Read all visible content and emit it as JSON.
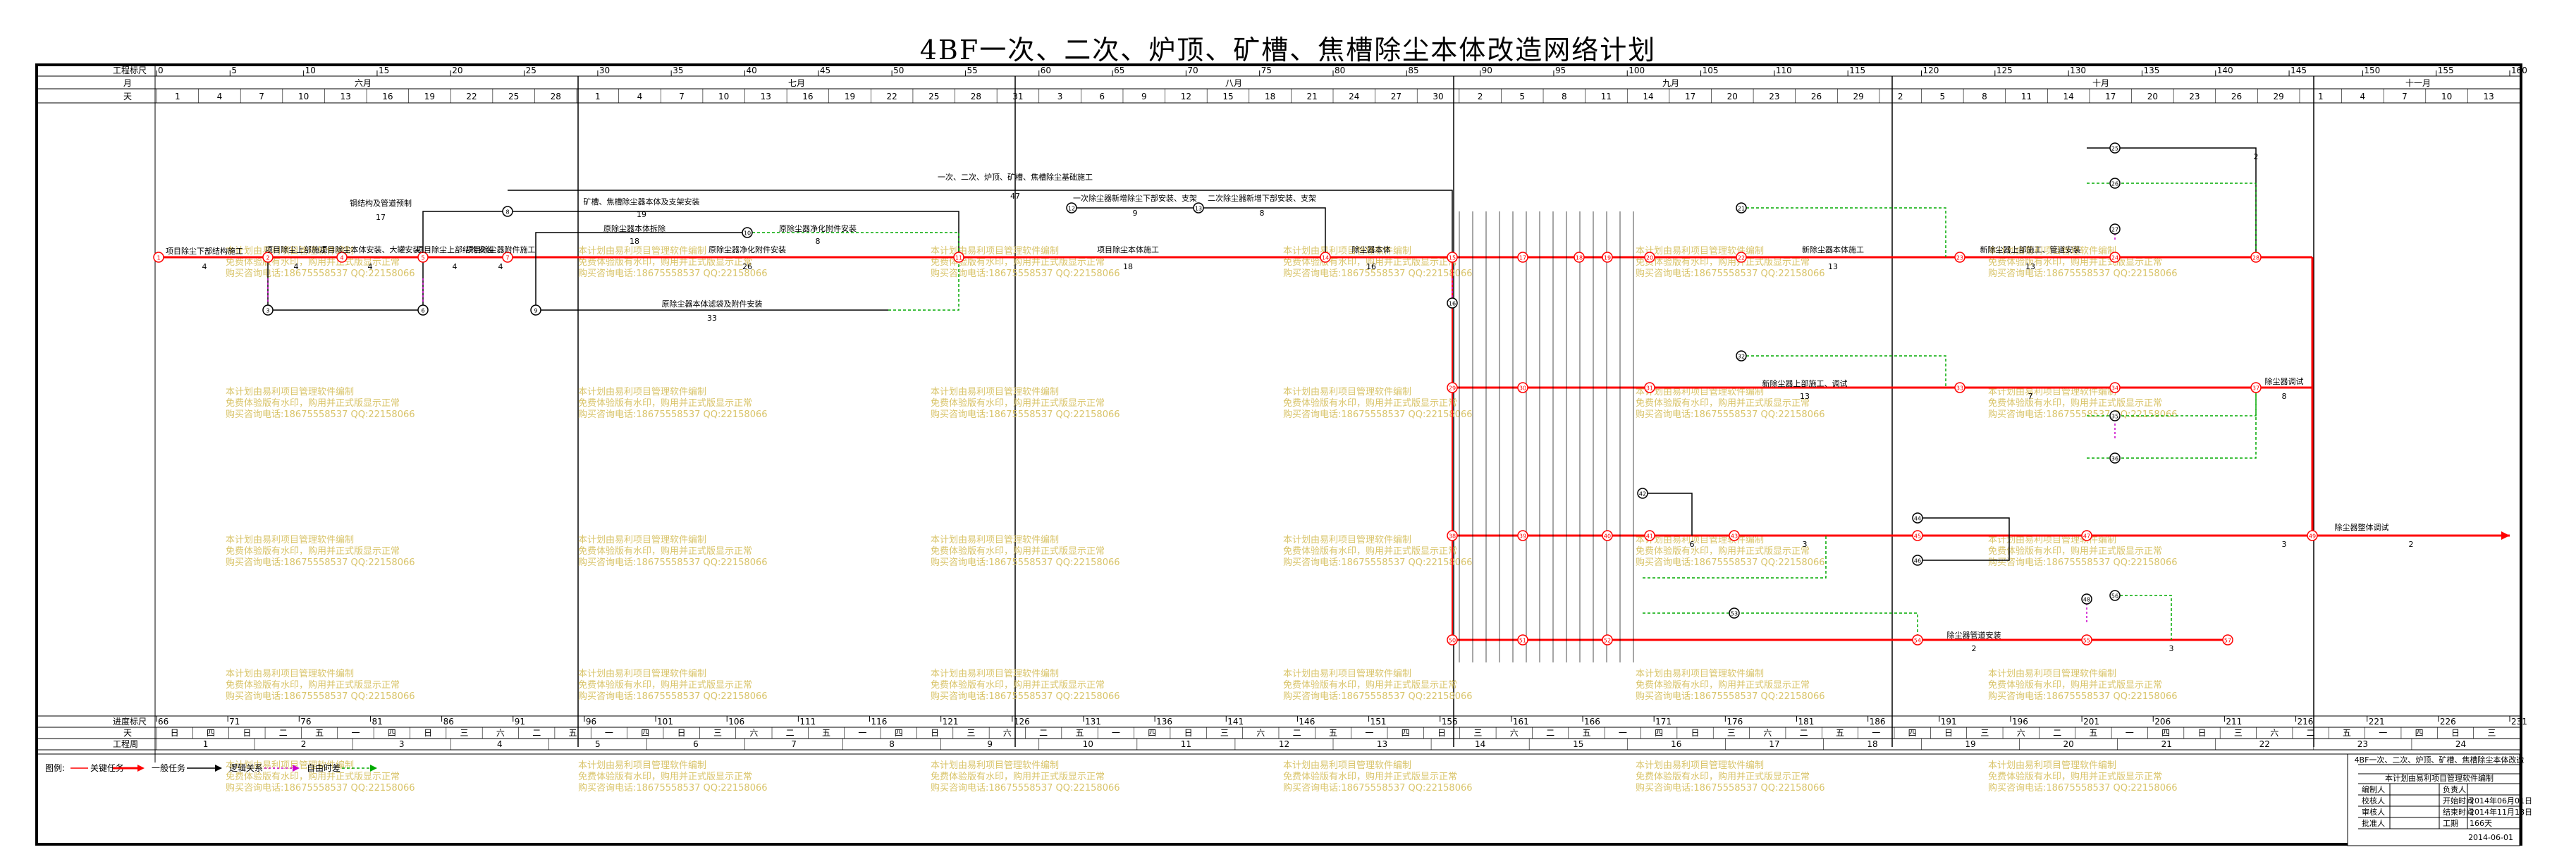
{
  "title": "4BF一次、二次、炉顶、矿槽、焦槽除尘本体改造网络计划",
  "rows": {
    "top_scale": "工程标尺",
    "month": "月",
    "day": "天",
    "bottom_scale": "进度标尺",
    "weekday": "天",
    "week": "工程周"
  },
  "months": [
    "六月",
    "七月",
    "八月",
    "九月",
    "十月",
    "十一月"
  ],
  "scale_ticks": [
    "0",
    "5",
    "10",
    "15",
    "20",
    "25",
    "30",
    "35",
    "40",
    "45",
    "50",
    "55",
    "60",
    "65",
    "70",
    "75",
    "80",
    "85",
    "90",
    "95",
    "100",
    "105",
    "110",
    "115",
    "120",
    "125",
    "130",
    "135",
    "140",
    "145",
    "150",
    "155",
    "160"
  ],
  "day_ticks": [
    "1",
    "4",
    "7",
    "10",
    "13",
    "16",
    "19",
    "22",
    "25",
    "28",
    "1",
    "4",
    "7",
    "10",
    "13",
    "16",
    "19",
    "22",
    "25",
    "28",
    "31",
    "3",
    "6",
    "9",
    "12",
    "15",
    "18",
    "21",
    "24",
    "27",
    "30",
    "2",
    "5",
    "8",
    "11",
    "14",
    "17",
    "20",
    "23",
    "26",
    "29",
    "2",
    "5",
    "8",
    "11",
    "14",
    "17",
    "20",
    "23",
    "26",
    "29",
    "1",
    "4",
    "7",
    "10",
    "13"
  ],
  "bottom_ticks": [
    "66",
    "71",
    "76",
    "81",
    "86",
    "91",
    "96",
    "101",
    "106",
    "111",
    "116",
    "121",
    "126",
    "131",
    "136",
    "141",
    "146",
    "151",
    "156",
    "161",
    "166",
    "171",
    "176",
    "181",
    "186",
    "191",
    "196",
    "201",
    "206",
    "211",
    "216",
    "221",
    "226",
    "231"
  ],
  "weekday_cells": [
    "日",
    "四",
    "日",
    "二",
    "五",
    "一",
    "四",
    "日",
    "三",
    "六",
    "二",
    "五",
    "一",
    "四",
    "日",
    "三",
    "六",
    "二",
    "五",
    "一",
    "四",
    "日",
    "三",
    "六",
    "二",
    "五",
    "一",
    "四",
    "日",
    "三",
    "六",
    "二",
    "五",
    "一",
    "四",
    "日",
    "三",
    "六",
    "二",
    "五",
    "一",
    "四",
    "日",
    "三",
    "六",
    "二",
    "五",
    "一",
    "四",
    "日",
    "三",
    "六",
    "二",
    "五",
    "一",
    "四",
    "日",
    "三",
    "六",
    "二",
    "五",
    "一",
    "四",
    "日",
    "三"
  ],
  "week_cells": [
    "1",
    "2",
    "3",
    "4",
    "5",
    "6",
    "7",
    "8",
    "9",
    "10",
    "11",
    "12",
    "13",
    "14",
    "15",
    "16",
    "17",
    "18",
    "19",
    "20",
    "21",
    "22",
    "23",
    "24"
  ],
  "top_labels": [
    {
      "text": "一次、二次、炉顶、矿槽、焦槽除尘基础施工",
      "dur": "47"
    },
    {
      "text": "钢结构及管道预制",
      "dur": "17"
    },
    {
      "text": "矿槽、焦槽除尘器本体及支架安装",
      "dur": "19"
    },
    {
      "text": "原除尘器本体拆除",
      "dur": "18"
    },
    {
      "text": "原除尘器净化附件安装",
      "dur": "8"
    },
    {
      "text": "一次除尘器新增除尘下部安装、支架",
      "dur": "9"
    },
    {
      "text": "二次除尘器新增下部安装、支架",
      "dur": "8"
    },
    {
      "text": "原除尘器本体滤袋及附件安装",
      "dur": "33"
    }
  ],
  "main_labels": [
    "项目除尘下部结构施工",
    "项目除尘上部施工",
    "项目除尘本体安装、大罐安装",
    "项目除尘上部结构安装",
    "项目除尘器附件施工",
    "原除尘器净化附件安装",
    "项目除尘本体施工",
    "除尘器本体",
    "新除尘器本体施工",
    "新除尘器上部施工、管道安装",
    "新除尘器上部施工、调试",
    "除尘器调试",
    "除尘器管道安装",
    "除尘器整体调试"
  ],
  "durations": [
    "4",
    "4",
    "4",
    "4",
    "4",
    "26",
    "18",
    "16",
    "13",
    "13",
    "13",
    "7",
    "8",
    "6",
    "3",
    "2",
    "3",
    "3",
    "2",
    "2"
  ],
  "watermark": [
    "本计划由易利项目管理软件编制",
    "免费体验版有水印，购用并正式版显示正常",
    "购买咨询电话:18675558537 QQ:22158066"
  ],
  "legend": {
    "label": "图例:",
    "items": [
      {
        "text": "关键任务",
        "color": "#ff0000"
      },
      {
        "text": "一般任务",
        "color": "#ff0000"
      },
      {
        "text": "逻辑关系",
        "color": "#000000"
      },
      {
        "text": "自由时差",
        "color": "#cc00cc"
      },
      {
        "text": "",
        "color": "#00aa00"
      }
    ]
  },
  "title_block": {
    "project": "4BF一次、二次、炉顶、矿槽、焦槽除尘本体改造",
    "unit": "本计划由易利项目管理软件编制",
    "rows": [
      {
        "k": "编制人",
        "v": "负责人"
      },
      {
        "k": "校核人",
        "v": "开始时间",
        "v2": "2014年06月01日"
      },
      {
        "k": "审核人",
        "v": "结束时间",
        "v2": "2014年11月18日"
      },
      {
        "k": "批准人",
        "v": "工期",
        "v2": "166天"
      }
    ],
    "date": "2014-06-01"
  },
  "colors": {
    "critical": "#ff0000",
    "normal": "#000000",
    "float": "#cc00cc",
    "slack": "#00aa00",
    "watermark": "#d9c46a"
  }
}
